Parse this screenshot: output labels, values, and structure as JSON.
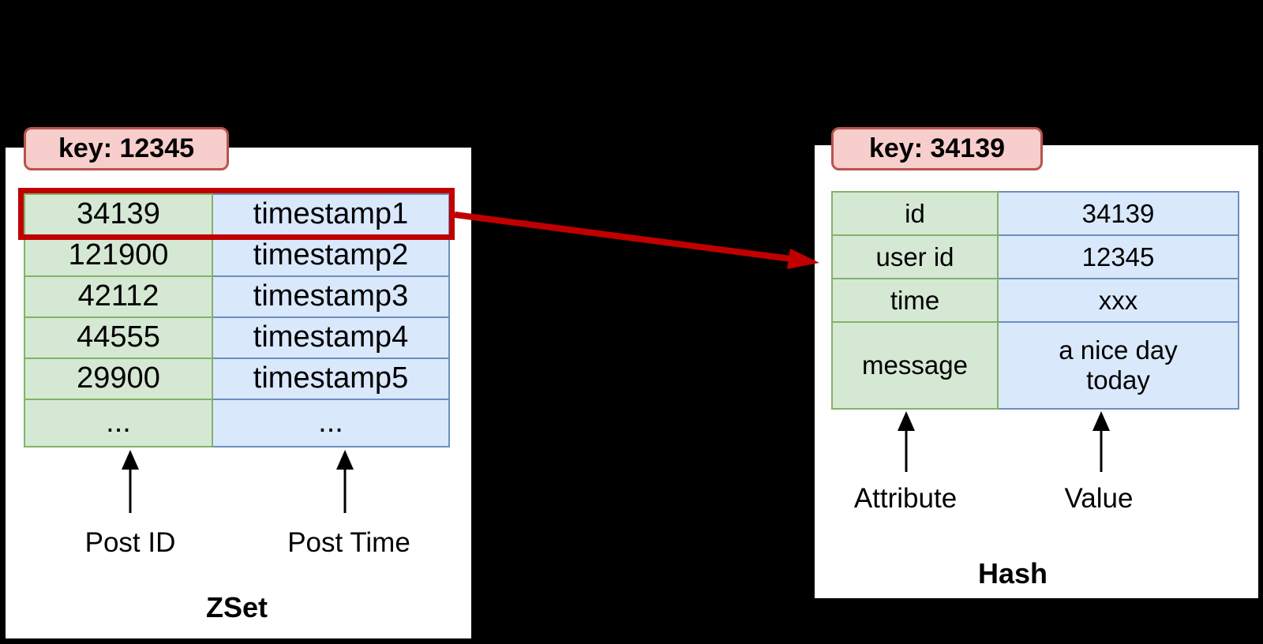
{
  "zset": {
    "key_label": "key: 12345",
    "title": "ZSet",
    "columns": {
      "left": "Post ID",
      "right": "Post Time"
    },
    "highlighted_row_index": 0,
    "rows": [
      {
        "post_id": "34139",
        "post_time": "timestamp1"
      },
      {
        "post_id": "121900",
        "post_time": "timestamp2"
      },
      {
        "post_id": "42112",
        "post_time": "timestamp3"
      },
      {
        "post_id": "44555",
        "post_time": "timestamp4"
      },
      {
        "post_id": "29900",
        "post_time": "timestamp5"
      },
      {
        "post_id": "...",
        "post_time": "..."
      }
    ]
  },
  "hash": {
    "key_label": "key: 34139",
    "title": "Hash",
    "columns": {
      "left": "Attribute",
      "right": "Value"
    },
    "rows": [
      {
        "attribute": "id",
        "value": "34139"
      },
      {
        "attribute": "user id",
        "value": "12345"
      },
      {
        "attribute": "time",
        "value": "xxx"
      },
      {
        "attribute": "message",
        "value": "a nice day\ntoday"
      }
    ]
  },
  "colors": {
    "green_fill": "#d5e8d4",
    "green_border": "#82b366",
    "blue_fill": "#dae8fc",
    "blue_border": "#6c8ebf",
    "badge_fill": "#f8cecc",
    "badge_border": "#b85450",
    "red": "#c00000",
    "panel_bg": "#ffffff",
    "canvas_bg": "#000000"
  }
}
